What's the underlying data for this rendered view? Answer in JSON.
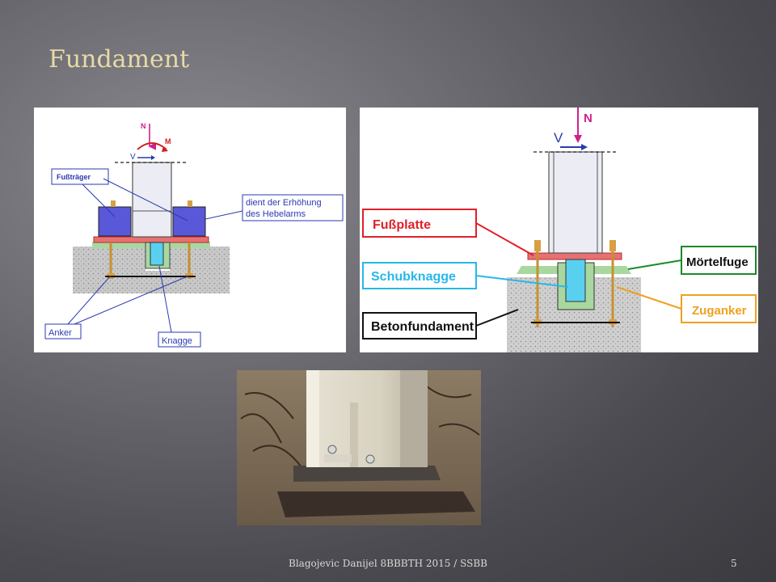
{
  "slide": {
    "title": "Fundament",
    "footer": "Blagojevic Danijel 8BBBTH 2015 / SSBB",
    "page_number": "5"
  },
  "left_diagram": {
    "force_n": "N",
    "force_m": "M",
    "force_v": "V",
    "label_fusstraeger": "Fußträger",
    "label_hebel_line1": "dient der Erhöhung",
    "label_hebel_line2": "des Hebelarms",
    "label_anker": "Anker",
    "label_knagge": "Knagge"
  },
  "right_diagram": {
    "force_n": "N",
    "force_v": "V",
    "label_fussplatte": "Fußplatte",
    "label_schubknagge": "Schubknagge",
    "label_betonfundament": "Betonfundament",
    "label_moertelfuge": "Mörtelfuge",
    "label_zuganker": "Zuganker"
  },
  "colors": {
    "fussplatte_box": "#e0202a",
    "schubknagge_box": "#27b8e8",
    "moertelfuge_box": "#1a8a2a",
    "zuganker_box": "#f0a020",
    "callout_blue": "#2a3ab0",
    "title_color": "#e8d9a8"
  }
}
